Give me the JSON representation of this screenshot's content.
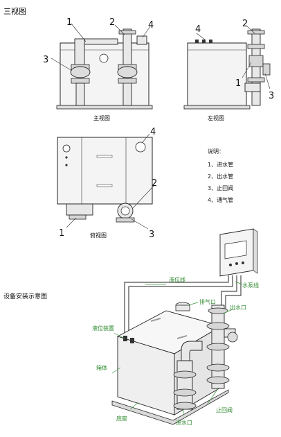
{
  "header": {
    "title": "三视图"
  },
  "views": {
    "front": {
      "caption": "主视图",
      "labels": [
        "1",
        "2",
        "3",
        "4"
      ]
    },
    "left": {
      "caption": "左视图",
      "labels": [
        "4",
        "2",
        "1",
        "3"
      ]
    },
    "top": {
      "caption": "俯视图",
      "labels": [
        "4",
        "2",
        "1",
        "3"
      ]
    }
  },
  "legend": {
    "title": "说明：",
    "items": [
      "1、进水管",
      "2、出水管",
      "3、止回阀",
      "4、通气管"
    ]
  },
  "install": {
    "title": "设备安装示意图",
    "labels": {
      "level_line": "液位线",
      "pump_line": "水泵线",
      "vent": "排气口",
      "outlet": "出水口",
      "level_device": "液位装置",
      "tank": "箱体",
      "base": "底座",
      "check_valve": "止回阀",
      "inlet": "进水口"
    }
  }
}
